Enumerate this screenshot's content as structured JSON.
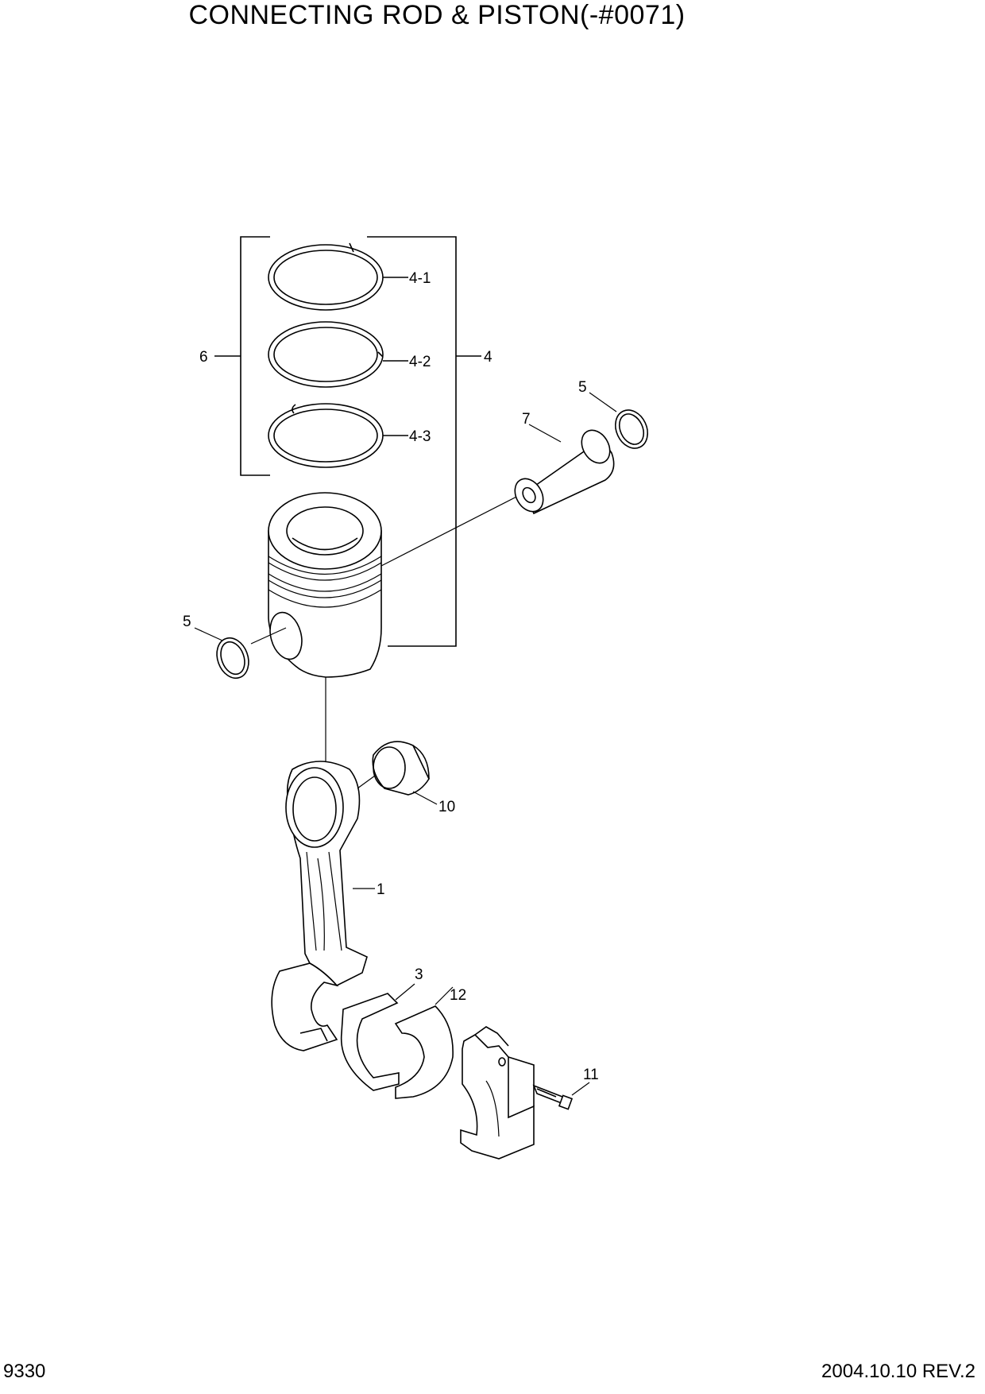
{
  "title": "CONNECTING ROD & PISTON(-#0071)",
  "page_number": "9330",
  "revision": "2004.10.10  REV.2",
  "callouts": {
    "c1": "1",
    "c3": "3",
    "c4": "4",
    "c4_1": "4-1",
    "c4_2": "4-2",
    "c4_3": "4-3",
    "c5a": "5",
    "c5b": "5",
    "c6": "6",
    "c7": "7",
    "c10": "10",
    "c11": "11",
    "c12": "12"
  }
}
